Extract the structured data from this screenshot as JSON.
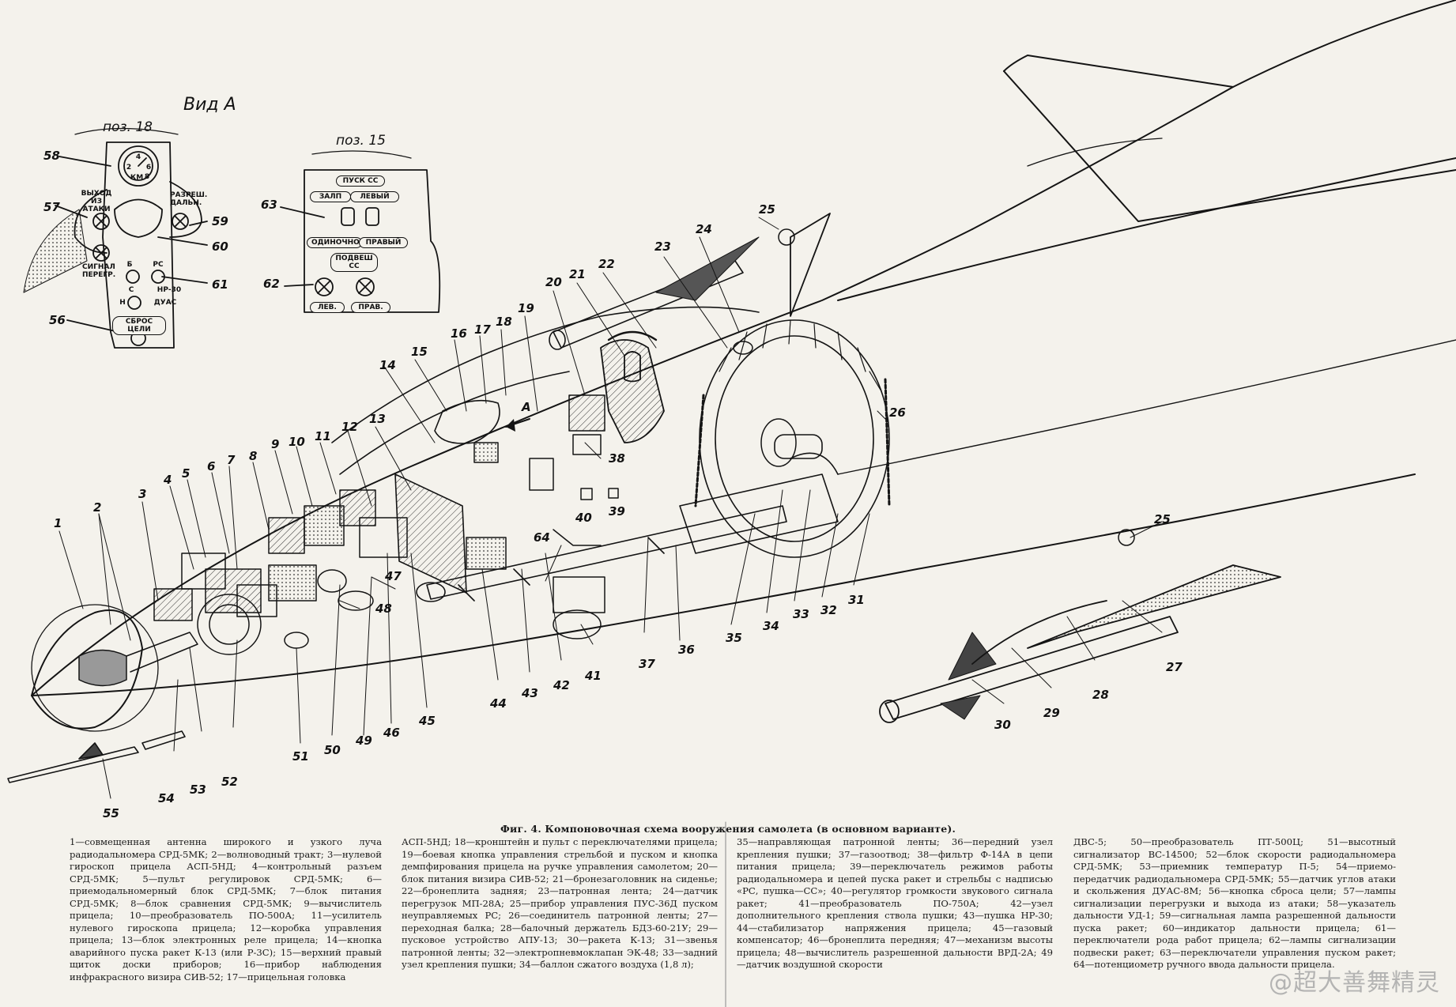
{
  "view_title": "Вид А",
  "panel_18": {
    "title": "поз. 18",
    "callouts": [
      "58",
      "57",
      "59",
      "60",
      "61",
      "56"
    ],
    "labels": [
      "ВЫХОД ИЗ АТАКИ",
      "РАЗРЕШ. ДАЛЬН.",
      "СИГНАЛ ПЕРЕГР.",
      "Б",
      "РС",
      "С",
      "НР-30",
      "Н",
      "ДУАС",
      "СБРОС ЦЕЛИ"
    ],
    "dial_numbers": [
      "4",
      "2",
      "6",
      "8",
      "КМ"
    ]
  },
  "panel_15": {
    "title": "поз. 15",
    "callouts": [
      "63",
      "62"
    ],
    "labels": [
      "ПУСК СС",
      "ЗАЛП",
      "ЛЕВЫЙ",
      "ОДИНОЧНО",
      "ПРАВЫЙ",
      "ПОДВЕШ СС",
      "ЛЕВ.",
      "ПРАВ."
    ]
  },
  "arrow_A": "А",
  "callouts": [
    "1",
    "2",
    "3",
    "4",
    "5",
    "6",
    "7",
    "8",
    "9",
    "10",
    "11",
    "12",
    "13",
    "14",
    "15",
    "16",
    "17",
    "18",
    "19",
    "20",
    "21",
    "22",
    "23",
    "24",
    "25",
    "25",
    "26",
    "27",
    "28",
    "29",
    "30",
    "31",
    "32",
    "33",
    "34",
    "35",
    "36",
    "37",
    "38",
    "39",
    "40",
    "41",
    "42",
    "43",
    "44",
    "45",
    "46",
    "47",
    "48",
    "49",
    "50",
    "51",
    "52",
    "53",
    "54",
    "55",
    "64"
  ],
  "caption": {
    "title": "Фиг. 4. Компоновочная схема вооружения самолета (в основном варианте).",
    "col1": "1—совмещенная антенна широкого и узкого луча радиодальномера СРД-5МК; 2—волноводный тракт; 3—нулевой гироскоп прицела АСП-5НД; 4—контрольный разъем СРД-5МК; 5—пульт регулировок СРД-5МК; 6—приемодальномерный блок СРД-5МК; 7—блок питания СРД-5МК; 8—блок сравнения СРД-5МК; 9—вычислитель прицела; 10—преобразователь ПО-500А; 11—усилитель нулевого гироскопа прицела; 12—коробка управления прицела; 13—блок электронных реле прицела; 14—кнопка аварийного пуска ракет К-13 (или Р-3С); 15—верхний правый щиток доски приборов; 16—прибор наблюдения инфракрасного визира СИВ-52; 17—прицельная головка",
    "col2": "АСП-5НД; 18—кронштейн и пульт с переключателями прицела; 19—боевая кнопка управления стрельбой и пуском и кнопка демпфирования прицела на ручке управления самолетом; 20—блок питания визира СИВ-52; 21—бронезаголовник на сиденье; 22—бронеплита задняя; 23—патронная лента; 24—датчик перегрузок МП-28А; 25—прибор управления ПУС-36Д пуском неуправляемых РС; 26—соединитель патронной ленты; 27—переходная балка; 28—балочный держатель БДЗ-60-21У; 29—пусковое устройство АПУ-13; 30—ракета К-13; 31—звенья патронной ленты; 32—электропневмоклапан ЭК-48; 33—задний узел крепления пушки; 34—баллон сжатого воздуха (1,8 л);",
    "col3": "35—направляющая патронной ленты; 36—передний узел крепления пушки; 37—газоотвод; 38—фильтр Ф-14А в цепи питания прицела; 39—переключатель режимов работы радиодальномера и цепей пуска ракет и стрельбы с надписью «РС, пушка—СС»; 40—регулятор громкости звукового сигнала ракет; 41—преобразователь ПО-750А; 42—узел дополнительного крепления ствола пушки; 43—пушка НР-30; 44—стабилизатор напряжения прицела; 45—газовый компенсатор; 46—бронеплита передняя; 47—механизм высоты прицела; 48—вычислитель разрешенной дальности ВРД-2А; 49—датчик воздушной скорости",
    "col4": "ДВС-5; 50—преобразователь ПТ-500Ц; 51—высотный сигнализатор ВС-14500; 52—блок скорости радиодальномера СРД-5МК; 53—приемник температур П-5; 54—приемо-передатчик радиодальномера СРД-5МК; 55—датчик углов атаки и скольжения ДУАС-8М; 56—кнопка сброса цели; 57—лампы сигнализации перегрузки и выхода из атаки; 58—указатель дальности УД-1; 59—сигнальная лампа разрешенной дальности пуска ракет; 60—индикатор дальности прицела; 61—переключатели рода работ прицела; 62—лампы сигнализации подвески ракет; 63—переключатели управления пуском ракет; 64—потенциометр ручного ввода дальности прицела."
  },
  "watermark": "@超大善舞精灵"
}
